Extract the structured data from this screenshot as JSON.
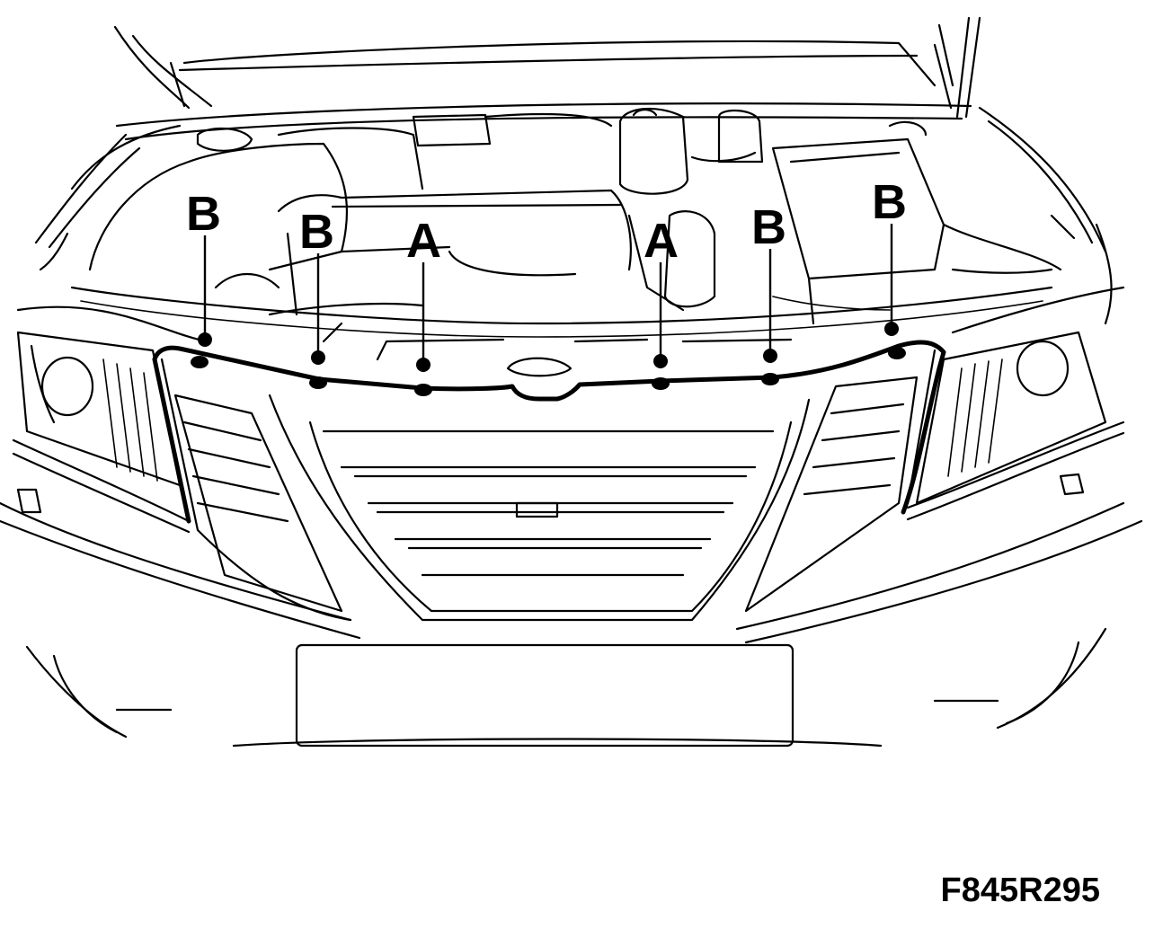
{
  "figure": {
    "code": "F845R295"
  },
  "callouts": [
    {
      "label": "B"
    },
    {
      "label": "B"
    },
    {
      "label": "A"
    },
    {
      "label": "A"
    },
    {
      "label": "B"
    },
    {
      "label": "B"
    }
  ],
  "colors": {
    "line": "#000000",
    "background": "#ffffff"
  }
}
